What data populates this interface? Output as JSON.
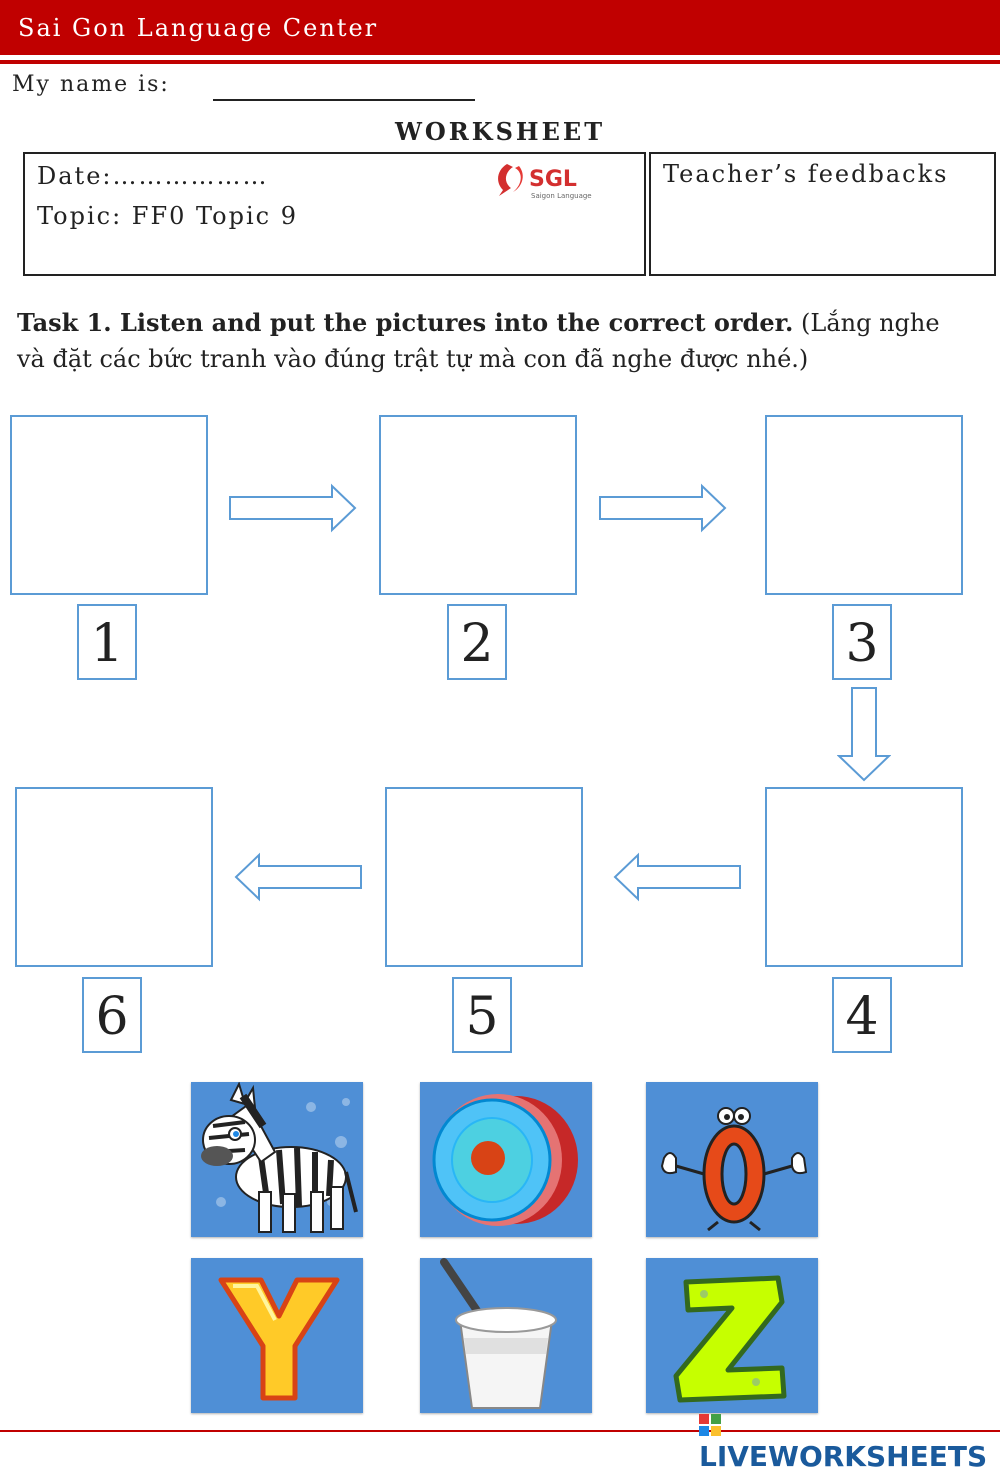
{
  "header": {
    "center_name": "Sai Gon Language Center",
    "brand_color": "#c00000"
  },
  "student": {
    "name_label": "My name is:"
  },
  "worksheet": {
    "title": "WORKSHEET",
    "date_label": "Date:………………",
    "topic": "Topic: FF0 Topic 9",
    "feedback_label": "Teacher’s feedbacks",
    "logo_text": "SGL",
    "logo_sub": "Saigon Language"
  },
  "task": {
    "title_bold": "Task 1. Listen and put the pictures into the correct order.",
    "title_note": " (Lắng nghe và đặt các bức tranh vào đúng trật tự mà   con đã nghe được nhé.)"
  },
  "slots": {
    "numbers": [
      "1",
      "2",
      "3",
      "4",
      "5",
      "6"
    ],
    "border_color": "#5b9bd5"
  },
  "pictures": {
    "items": [
      "zebra",
      "letter-o-disc",
      "number-zero-character",
      "letter-y",
      "yogurt",
      "letter-z"
    ],
    "background_color": "#4f8fd6"
  },
  "footer": {
    "watermark": "LIVEWORKSHEETS"
  }
}
